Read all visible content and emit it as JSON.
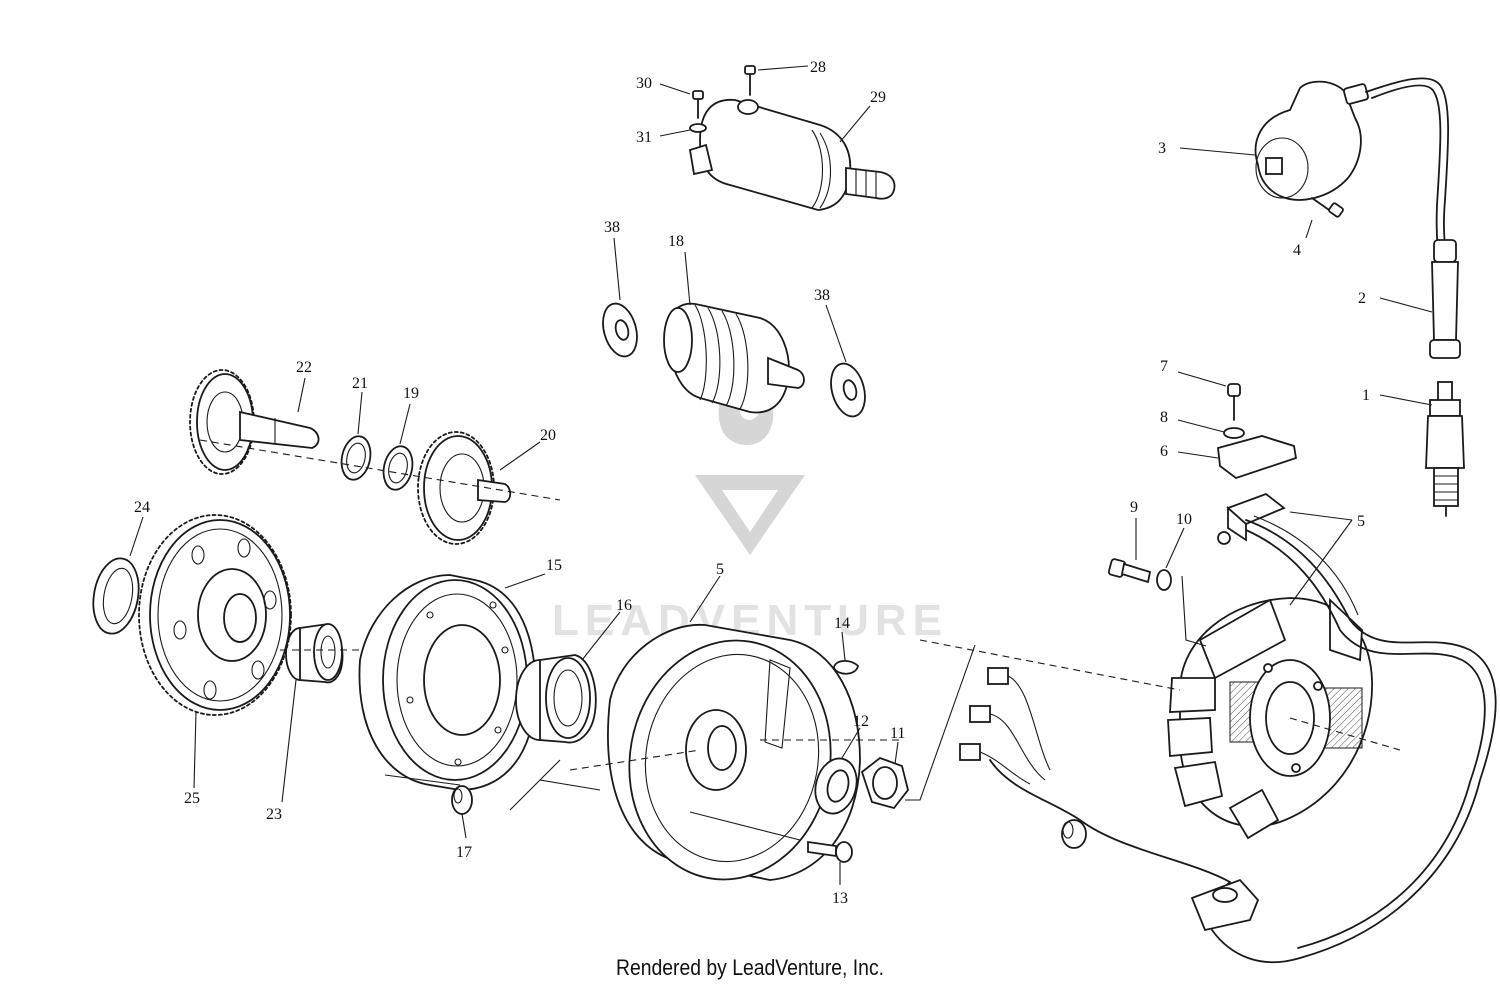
{
  "watermark": {
    "brand": "LEADVENTURE"
  },
  "credit": "Rendered by LeadVenture, Inc.",
  "callouts": [
    {
      "id": "c1",
      "text": "1"
    },
    {
      "id": "c2",
      "text": "2"
    },
    {
      "id": "c3",
      "text": "3"
    },
    {
      "id": "c4",
      "text": "4"
    },
    {
      "id": "c5a",
      "text": "5"
    },
    {
      "id": "c5b",
      "text": "5"
    },
    {
      "id": "c6",
      "text": "6"
    },
    {
      "id": "c7",
      "text": "7"
    },
    {
      "id": "c8",
      "text": "8"
    },
    {
      "id": "c9",
      "text": "9"
    },
    {
      "id": "c10",
      "text": "10"
    },
    {
      "id": "c11",
      "text": "11"
    },
    {
      "id": "c12",
      "text": "12"
    },
    {
      "id": "c13",
      "text": "13"
    },
    {
      "id": "c14",
      "text": "14"
    },
    {
      "id": "c15",
      "text": "15"
    },
    {
      "id": "c16",
      "text": "16"
    },
    {
      "id": "c17",
      "text": "17"
    },
    {
      "id": "c18",
      "text": "18"
    },
    {
      "id": "c19",
      "text": "19"
    },
    {
      "id": "c20",
      "text": "20"
    },
    {
      "id": "c21",
      "text": "21"
    },
    {
      "id": "c22",
      "text": "22"
    },
    {
      "id": "c23",
      "text": "23"
    },
    {
      "id": "c24",
      "text": "24"
    },
    {
      "id": "c25",
      "text": "25"
    },
    {
      "id": "c28",
      "text": "28"
    },
    {
      "id": "c29",
      "text": "29"
    },
    {
      "id": "c30",
      "text": "30"
    },
    {
      "id": "c31",
      "text": "31"
    },
    {
      "id": "c38a",
      "text": "38"
    },
    {
      "id": "c38b",
      "text": "38"
    }
  ]
}
